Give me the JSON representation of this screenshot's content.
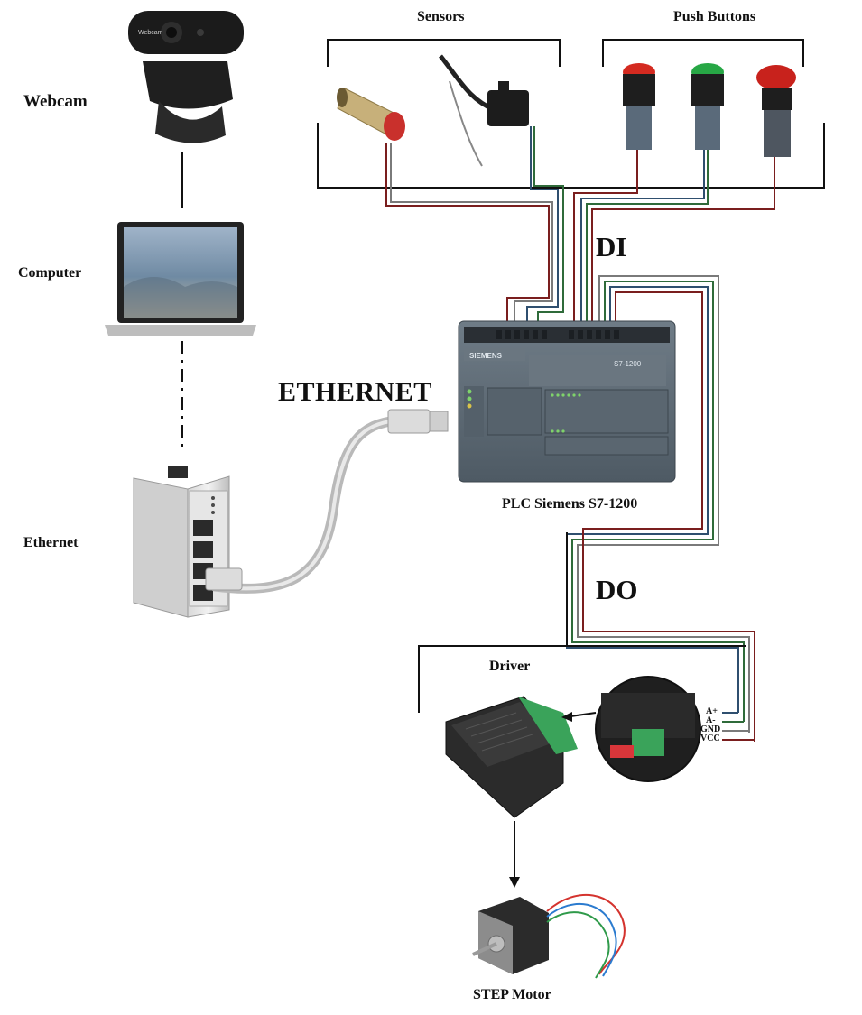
{
  "labels": {
    "webcam": "Webcam",
    "computer": "Computer",
    "ethernet_switch": "Ethernet",
    "ethernet_cable": "ETHERNET",
    "sensors": "Sensors",
    "push_buttons": "Push Buttons",
    "di": "DI",
    "do": "DO",
    "plc": "PLC Siemens S7-1200",
    "driver": "Driver",
    "step_motor": "STEP Motor"
  },
  "plc_face": {
    "brand": "SIEMENS",
    "model": "S7-1200"
  },
  "webcam_face": {
    "brand": "Webcam"
  },
  "driver_terminals": [
    "A+",
    "A-",
    "GND",
    "VCC"
  ],
  "colors": {
    "wire_red": "#7a1e1e",
    "wire_blue": "#2f4f6f",
    "wire_green": "#2f6b3a",
    "wire_gray": "#7a7a7a",
    "plc_body": "#5e6b76",
    "terminal_green": "#3aa35a",
    "button_red": "#d42a20",
    "button_green": "#27a745"
  }
}
